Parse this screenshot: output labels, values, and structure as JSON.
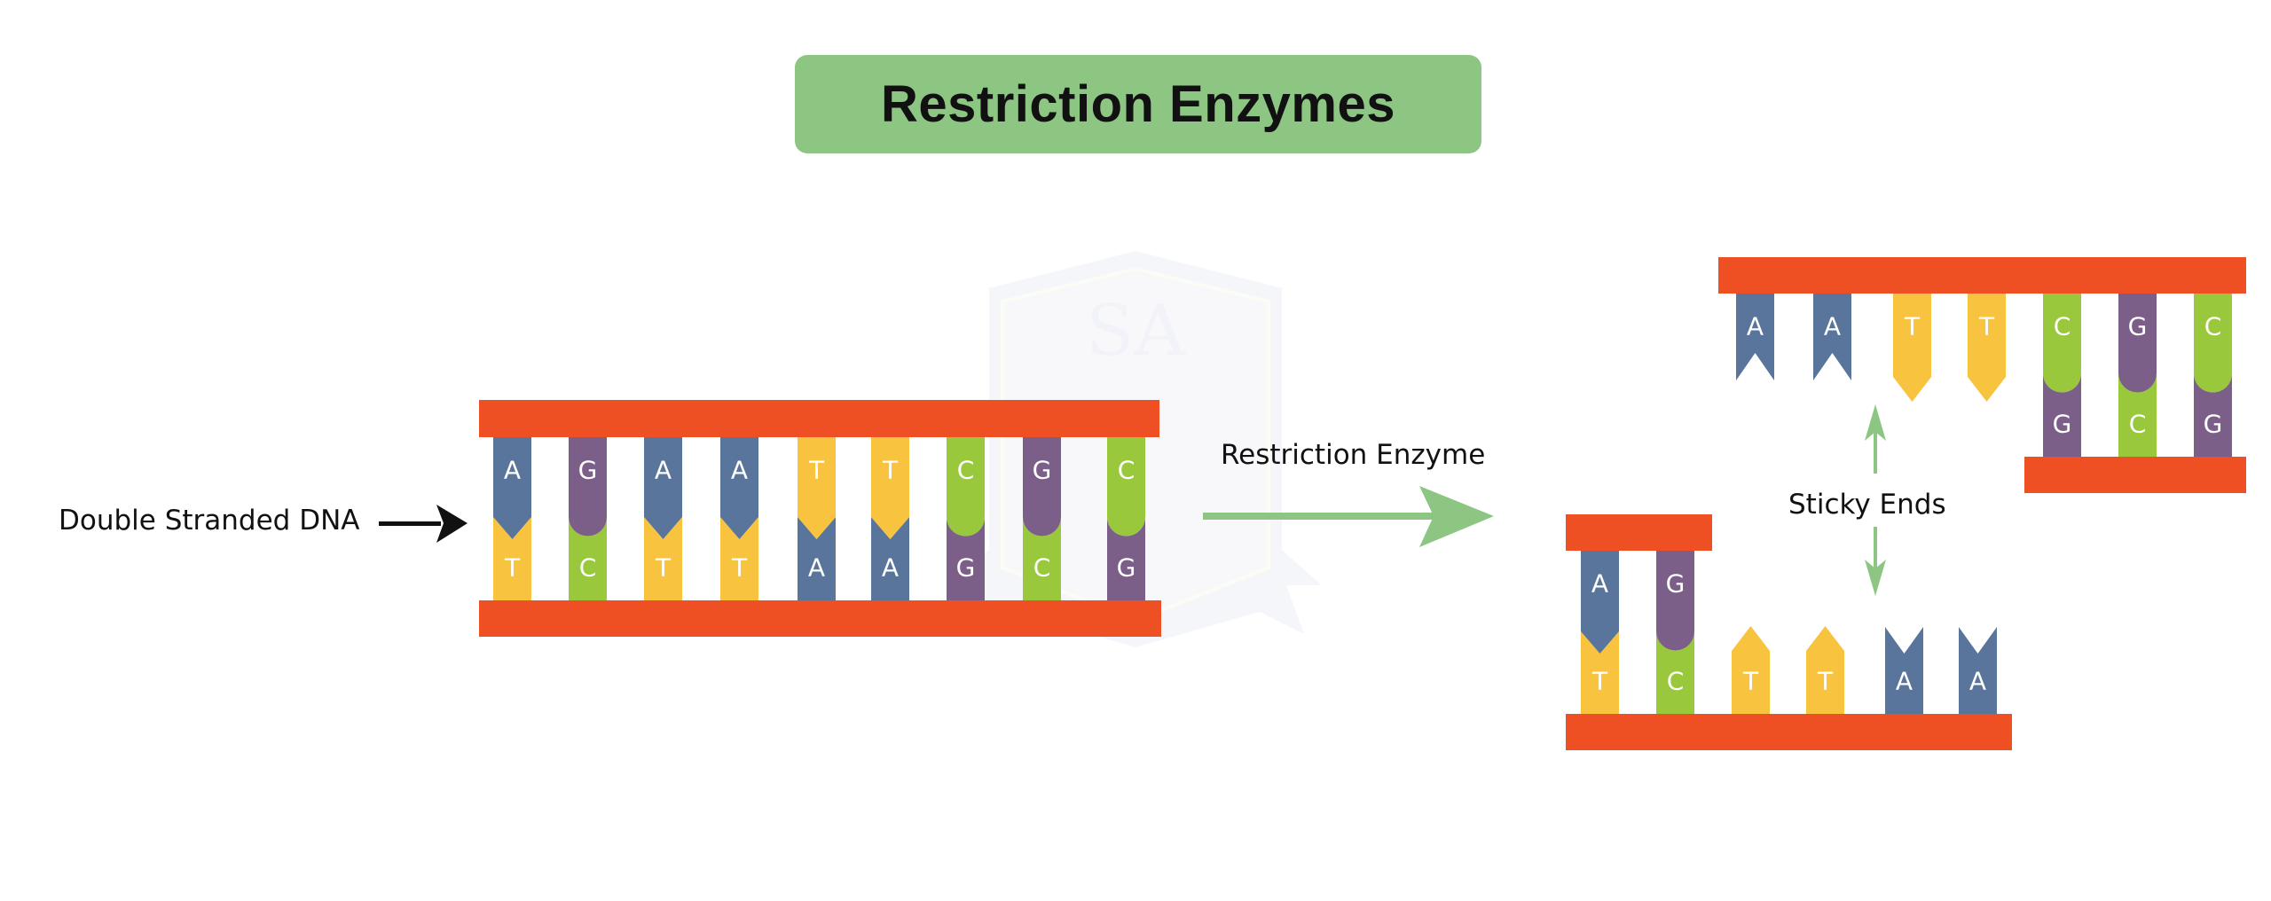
{
  "title": "Restriction Enzymes",
  "labels": {
    "dna": "Double Stranded DNA",
    "enzyme": "Restriction Enzyme",
    "sticky_ends": "Sticky Ends"
  },
  "watermark": "SA",
  "colors": {
    "backbone": "#ef5023",
    "title_bg": "#8dc683",
    "arrow_green": "#8dc683",
    "A": "#5a759c",
    "T": "#f8c33e",
    "G": "#7c5f88",
    "C": "#99c83c"
  },
  "original_dna": {
    "top_strand": [
      "A",
      "G",
      "A",
      "A",
      "T",
      "T",
      "C",
      "G",
      "C"
    ],
    "bottom_strand": [
      "T",
      "C",
      "T",
      "T",
      "A",
      "A",
      "G",
      "C",
      "G"
    ]
  },
  "fragment_right": {
    "top_strand": [
      "A",
      "A",
      "T",
      "T",
      "C",
      "G",
      "C"
    ],
    "bottom_strand": [
      null,
      null,
      null,
      null,
      "G",
      "C",
      "G"
    ]
  },
  "fragment_left": {
    "top_strand": [
      "A",
      "G",
      null,
      null,
      null,
      null
    ],
    "bottom_strand": [
      "T",
      "C",
      "T",
      "T",
      "A",
      "A"
    ]
  }
}
